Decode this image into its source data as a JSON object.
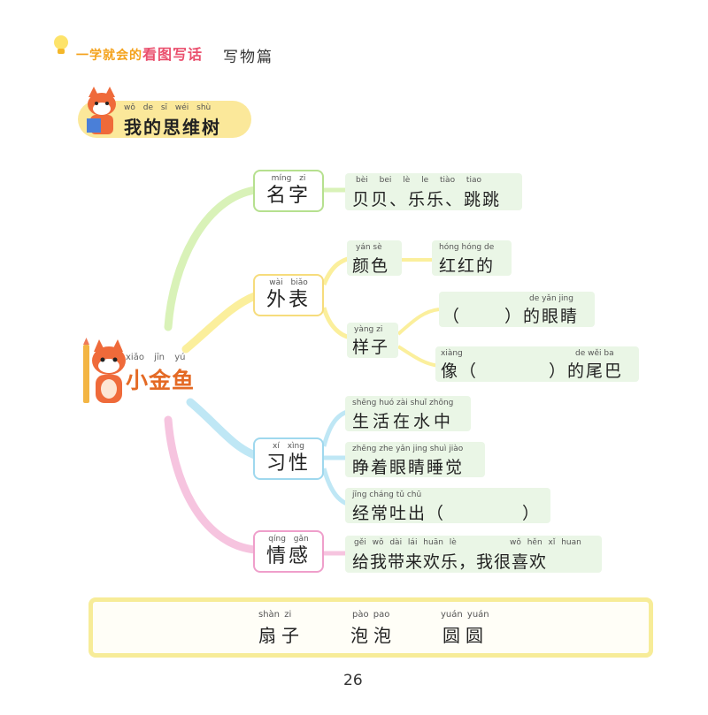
{
  "header": {
    "series_pre": "一学就会的",
    "series_hl": "看图写话",
    "chapter": "写物篇"
  },
  "banner": {
    "pinyin": "wǒ de sī wéi shù",
    "title": "我的思维树"
  },
  "center": {
    "pinyin": "xiǎo jīn yú",
    "title": "小金鱼"
  },
  "nodes": {
    "name": {
      "pinyin": "míng zi",
      "text": "名字"
    },
    "look": {
      "pinyin": "wài biǎo",
      "text": "外表"
    },
    "habit": {
      "pinyin": "xí xìng",
      "text": "习性"
    },
    "feel": {
      "pinyin": "qíng gǎn",
      "text": "情感"
    }
  },
  "leaves": {
    "names": {
      "pinyin": "bèi bei   lè le   tiào tiao",
      "text": "贝贝、乐乐、跳跳"
    },
    "color": {
      "pinyin": "yán sè",
      "text": "颜色"
    },
    "red": {
      "pinyin": "hóng hóng de",
      "text": "红红的"
    },
    "shape": {
      "pinyin": "yàng zi",
      "text": "样子"
    },
    "eyes": {
      "pinyin": "de yǎn jing",
      "open": "（",
      "close": "）的眼睛"
    },
    "tail": {
      "pinyin_a": "xiàng",
      "pinyin_b": "de wěi ba",
      "pre": "像（",
      "close": "）的尾巴"
    },
    "water": {
      "pinyin": "shēng huó zài shuǐ zhōng",
      "text": "生活在水中"
    },
    "sleep": {
      "pinyin": "zhēng zhe yǎn jing shuì jiào",
      "text": "睁着眼睛睡觉"
    },
    "bubble": {
      "pinyin": "jīng cháng tǔ chū",
      "text": "经常吐出（",
      "close": "）"
    },
    "joy": {
      "pinyin_a": "gěi wǒ dài lái huān lè",
      "pinyin_b": "wǒ hěn xǐ huan",
      "text": "给我带来欢乐，我很喜欢"
    }
  },
  "words": [
    {
      "pinyin": "shàn zi",
      "text": "扇子"
    },
    {
      "pinyin": "pào pao",
      "text": "泡泡"
    },
    {
      "pinyin": "yuán yuán",
      "text": "圆圆"
    }
  ],
  "page_number": "26",
  "colors": {
    "green_branch": "#d9f2b8",
    "yellow_branch": "#fbef9c",
    "blue_branch": "#bfe7f5",
    "pink_branch": "#f6c4df",
    "name_border": "#b6e08f",
    "look_border": "#f6dc7c",
    "habit_border": "#9fd8ee",
    "feel_border": "#ef9fcb",
    "leaf_bg": "#eaf6e6",
    "title_orange": "#e46a25"
  }
}
